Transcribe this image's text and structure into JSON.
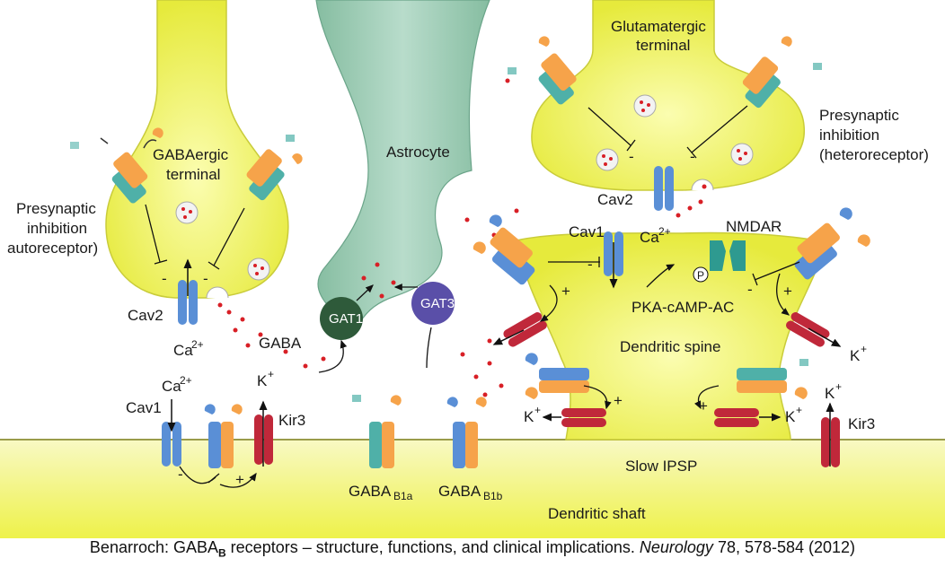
{
  "labels": {
    "gabaergic_terminal_l1": "GABAergic",
    "gabaergic_terminal_l2": "terminal",
    "astrocyte": "Astrocyte",
    "glutamatergic_l1": "Glutamatergic",
    "glutamatergic_l2": "terminal",
    "presyn_hetero_l1": "Presynaptic",
    "presyn_hetero_l2": "inhibition",
    "presyn_hetero_l3": "(heteroreceptor)",
    "presyn_auto_l1": "Presynaptic",
    "presyn_auto_l2": "inhibition",
    "presyn_auto_l3": "autoreceptor)",
    "cav2_left": "Cav2",
    "cav2_right": "Cav2",
    "ca2_left": "Ca",
    "ca2_right": "Ca",
    "ca2_shaft": "Ca",
    "ca_charge": "2+",
    "gaba": "GABA",
    "gat1": "GAT1",
    "gat3": "GAT3",
    "cav1_spine": "Cav1",
    "cav1_shaft": "Cav1",
    "nmdar": "NMDAR",
    "p_symbol": "P",
    "pka": "PKA-cAMP-AC",
    "dendritic_spine": "Dendritic spine",
    "k_plus": "K",
    "k_charge": "+",
    "kir3_left": "Kir3",
    "kir3_right": "Kir3",
    "gabab1a_base": "GABA",
    "gabab1a_sub": "B1a",
    "gabab1b_base": "GABA",
    "gabab1b_sub": "B1b",
    "slow_ipsp": "Slow IPSP",
    "dendritic_shaft": "Dendritic shaft",
    "plus": "+",
    "minus": "-"
  },
  "caption": {
    "author": "Benarroch: GABA",
    "sub": "B",
    "title_rest": " receptors – structure, functions, and clinical implications. ",
    "journal": "Neurology",
    "citation": " 78, 578-584 (2012)"
  },
  "colors": {
    "terminal_yellow": "#eef24a",
    "terminal_edge": "#c9cc3a",
    "astrocyte": "#9bcbb2",
    "receptor_blue": "#5a8fd6",
    "receptor_orange": "#f6a34a",
    "receptor_teal": "#4fb0a8",
    "kir3_red": "#c0283a",
    "gat1": "#2e5a3a",
    "gat3": "#5a4fa8",
    "gaba_dot": "#d81f26"
  }
}
